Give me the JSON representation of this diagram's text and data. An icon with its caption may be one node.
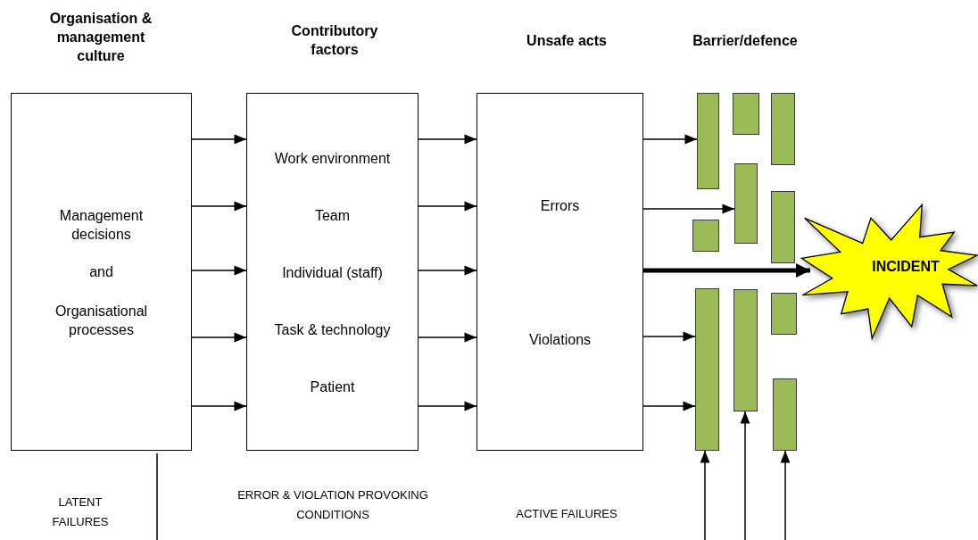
{
  "diagram": {
    "nodes": [
      {
        "text": [
          "Management decisions",
          "and",
          "Organisational processes"
        ]
      },
      {
        "text": [
          "Work environment",
          "Team",
          "Individual (staff)",
          "Task & technology",
          "Patient"
        ]
      },
      {
        "text": [
          "Errors",
          "Violations"
        ]
      },
      {
        "text": [],
        "shape": "bar"
      },
      {
        "text": [],
        "shape": "bar"
      },
      {
        "text": [],
        "shape": "bar"
      },
      {
        "text": [],
        "shape": "bar"
      },
      {
        "text": [],
        "shape": "bar"
      },
      {
        "text": [],
        "shape": "bar"
      },
      {
        "text": [],
        "shape": "bar"
      },
      {
        "text": [],
        "shape": "bar"
      },
      {
        "text": [],
        "shape": "bar"
      },
      {
        "text": [],
        "shape": "bar"
      },
      {
        "text": [
          "INCIDENT"
        ]
      }
    ],
    "edges": [
      {
        "from": 0,
        "to": 1,
        "arrow": "to"
      },
      {
        "from": 0,
        "to": 1,
        "arrow": "to"
      },
      {
        "from": 0,
        "to": 1,
        "arrow": "to"
      },
      {
        "from": 0,
        "to": 1,
        "arrow": "to"
      },
      {
        "from": 0,
        "to": 1,
        "arrow": "to"
      },
      {
        "from": 1,
        "to": 2,
        "arrow": "to"
      },
      {
        "from": 1,
        "to": 2,
        "arrow": "to"
      },
      {
        "from": 1,
        "to": 2,
        "arrow": "to"
      },
      {
        "from": 1,
        "to": 2,
        "arrow": "to"
      },
      {
        "from": 1,
        "to": 2,
        "arrow": "to"
      },
      {
        "from": 2,
        "to": 3,
        "arrow": "to"
      },
      {
        "from": 2,
        "to": 7,
        "arrow": "to"
      },
      {
        "from": 2,
        "to": 13,
        "arrow": "to",
        "style": "thick"
      },
      {
        "from": 2,
        "to": 5,
        "arrow": "to"
      },
      {
        "from": 2,
        "to": 5,
        "arrow": "to"
      },
      {
        "from": null,
        "to": 5,
        "arrow": "to"
      },
      {
        "from": null,
        "to": 8,
        "arrow": "to"
      },
      {
        "from": null,
        "to": 12,
        "arrow": "to"
      }
    ],
    "labels": [
      "Organisation & management culture",
      "Contributory factors",
      "Unsafe acts",
      "Barrier/defence",
      "LATENT FAILURES",
      "ERROR & VIOLATION PROVOKING CONDITIONS",
      "ACTIVE FAILURES"
    ]
  }
}
